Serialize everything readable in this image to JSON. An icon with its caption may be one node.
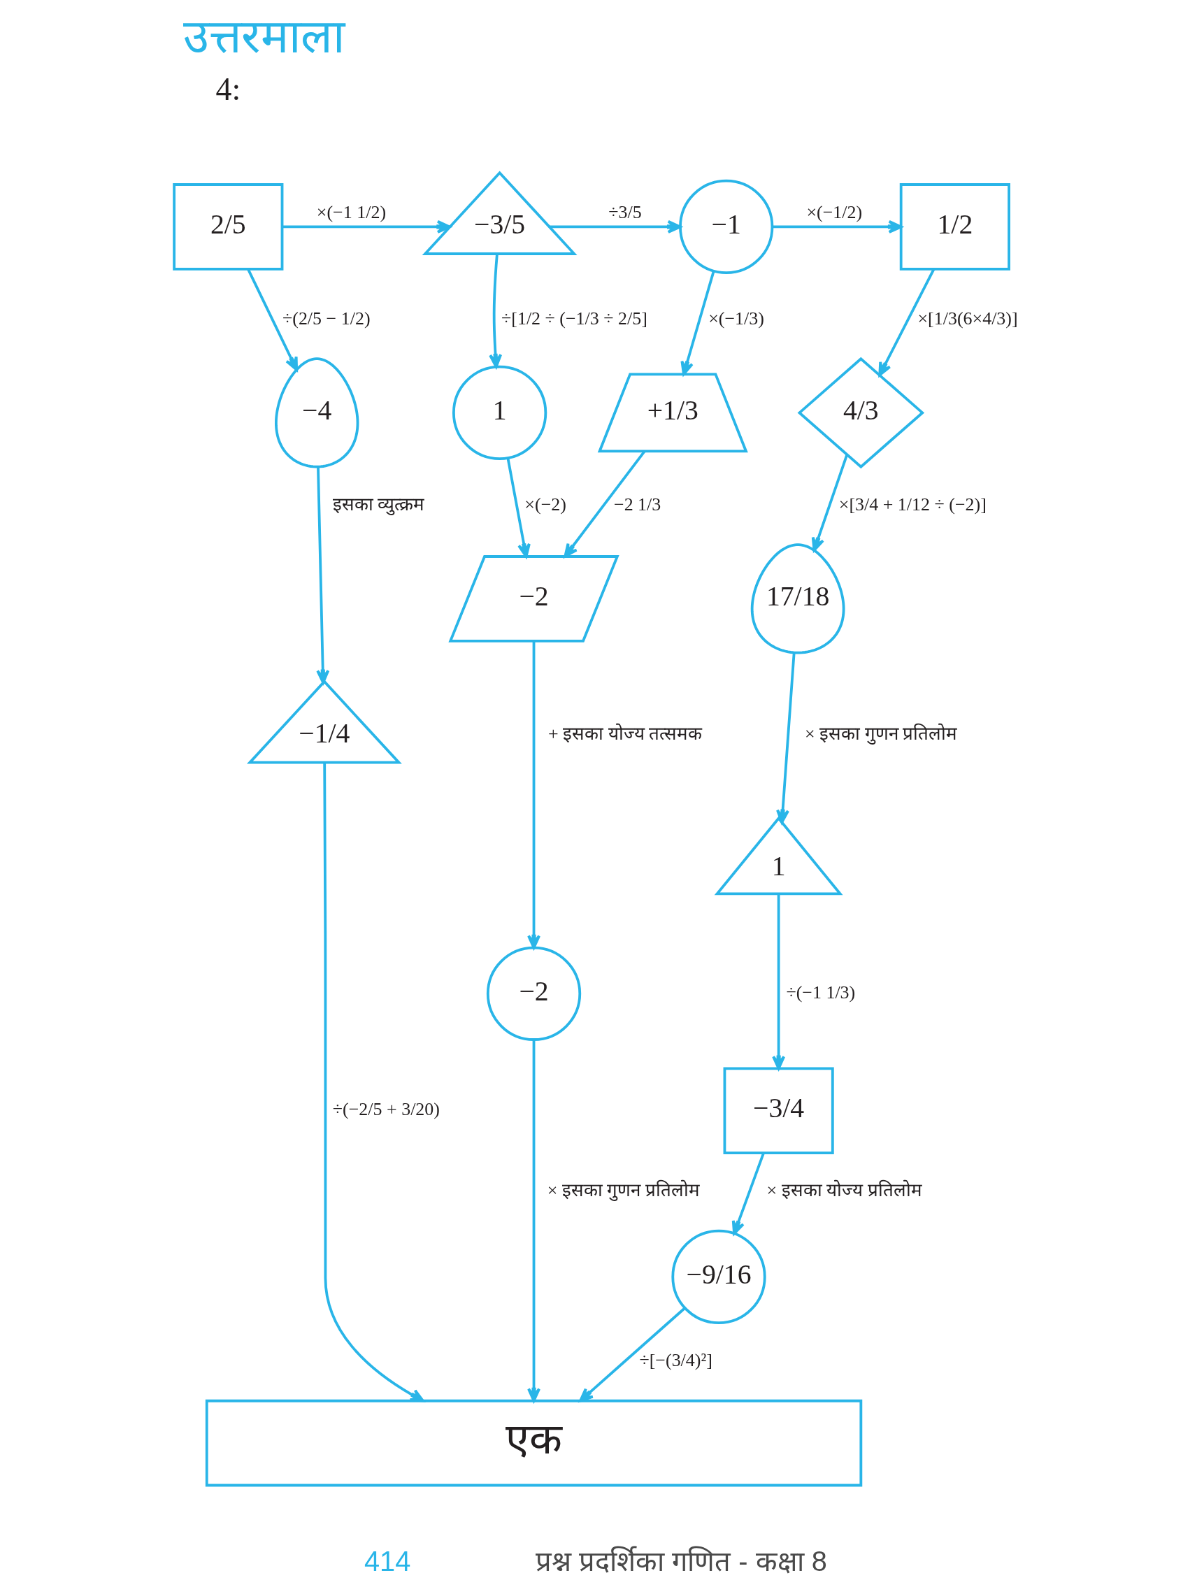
{
  "diagram": {
    "title": "उत्तरमाला",
    "nodes": [
      {
        "text": [
          "2/5"
        ]
      },
      {
        "text": [
          "−3/5"
        ]
      },
      {
        "text": [
          "−1"
        ]
      },
      {
        "text": [
          "1/2"
        ]
      },
      {
        "text": [
          "−4"
        ]
      },
      {
        "text": [
          "1"
        ]
      },
      {
        "text": [
          "+1/3"
        ]
      },
      {
        "text": [
          "4/3"
        ]
      },
      {
        "text": [
          "−2"
        ]
      },
      {
        "text": [
          "−1/4"
        ]
      },
      {
        "text": [
          "17/18"
        ]
      },
      {
        "text": [
          "−2"
        ]
      },
      {
        "text": [
          "1"
        ]
      },
      {
        "text": [
          "−3/4"
        ]
      },
      {
        "text": [
          "−9/16"
        ]
      },
      {
        "text": [
          "एक"
        ]
      }
    ],
    "edges": [
      {
        "from": 0,
        "to": 1,
        "arrow": "to",
        "label": "×(−1 1/2)"
      },
      {
        "from": 1,
        "to": 2,
        "arrow": "to",
        "label": "÷3/5"
      },
      {
        "from": 2,
        "to": 3,
        "arrow": "to",
        "label": "×(−1/2)"
      },
      {
        "from": 0,
        "to": 4,
        "arrow": "to",
        "label": "÷(2/5 − 1/2)"
      },
      {
        "from": 1,
        "to": 5,
        "arrow": "to",
        "label": "÷[1/2 ÷ (−1/3 ÷ 2/5]"
      },
      {
        "from": 2,
        "to": 6,
        "arrow": "to",
        "label": "×(−1/3)"
      },
      {
        "from": 3,
        "to": 7,
        "arrow": "to",
        "label": "×[1/3(6×4/3)]"
      },
      {
        "from": 5,
        "to": 8,
        "arrow": "to",
        "label": "×(−2)"
      },
      {
        "from": 6,
        "to": 8,
        "arrow": "to",
        "label": "−2 1/3"
      },
      {
        "from": 4,
        "to": 9,
        "arrow": "to",
        "label": "इसका व्युत्क्रम"
      },
      {
        "from": 7,
        "to": 10,
        "arrow": "to",
        "label": "×[3/4 + 1/12 ÷ (−2)]"
      },
      {
        "from": 8,
        "to": 11,
        "arrow": "to",
        "label": "+ इसका योज्य तत्समक"
      },
      {
        "from": 10,
        "to": 12,
        "arrow": "to",
        "label": "× इसका गुणन प्रतिलोम"
      },
      {
        "from": 12,
        "to": 13,
        "arrow": "to",
        "label": "÷(−1 1/3)"
      },
      {
        "from": 13,
        "to": 14,
        "arrow": "to",
        "label": "× इसका योज्य प्रतिलोम"
      },
      {
        "from": 9,
        "to": 15,
        "arrow": "to",
        "label": "÷(−2/5 + 3/20)"
      },
      {
        "from": 11,
        "to": 15,
        "arrow": "to",
        "label": "× इसका गुणन प्रतिलोम"
      },
      {
        "from": 14,
        "to": 15,
        "arrow": "to",
        "label": "÷[−(3/4)²]"
      }
    ],
    "labels": [
      "4:",
      "414",
      "प्रश्न प्रदर्शिका गणित - कक्षा 8"
    ]
  }
}
